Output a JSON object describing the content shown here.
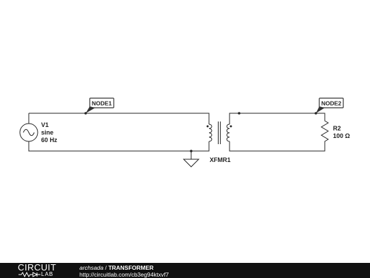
{
  "schematic": {
    "nodes": [
      {
        "id": "node1",
        "label": "NODE1"
      },
      {
        "id": "node2",
        "label": "NODE2"
      }
    ],
    "components": {
      "v1": {
        "name": "V1",
        "type": "sine",
        "frequency": "60 Hz"
      },
      "r2": {
        "name": "R2",
        "value": "100 Ω"
      },
      "xfmr1": {
        "name": "XFMR1"
      }
    },
    "colors": {
      "wire": "#222222",
      "tag_fill": "#333333",
      "background": "#ffffff"
    }
  },
  "footer": {
    "logo_top": "CIRCUIT",
    "logo_bottom": "LAB",
    "author": "archsada",
    "separator": " / ",
    "title": "TRANSFORMER",
    "url": "http://circuitlab.com/cb3eg94ktxvf7",
    "background": "#111111"
  }
}
